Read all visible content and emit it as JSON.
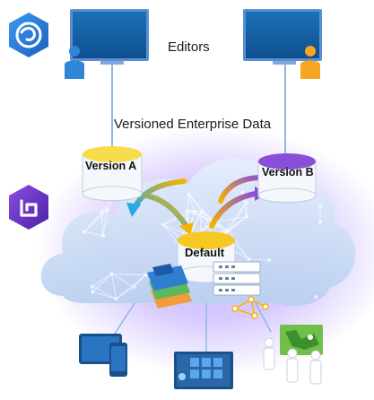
{
  "labels": {
    "editors": "Editors",
    "versioned_data": "Versioned Enterprise Data",
    "version_a": "Version A",
    "version_b": "Version B",
    "default": "Default"
  },
  "colors": {
    "monitor": "#1565a8",
    "monitor_frame": "#5a8fd1",
    "connector": "#8fb7e3",
    "editor_left": "#2f86d6",
    "editor_right": "#f5a623",
    "version_a_cap": "#f7dc4c",
    "version_b_cap": "#8a4fd8",
    "default_cap": "#f7c823",
    "cloud": "#c6d9f3",
    "glow": "#8a6cff",
    "arrow_left": "#2aa9e0",
    "arrow_right": "#8a4fd8",
    "portal_badge": "#2b7bd6",
    "enterprise_badge": "#6b34c9"
  },
  "icons": [
    "arcgis-portal-logo-icon",
    "arcgis-enterprise-logo-icon",
    "monitor-icon",
    "user-icon",
    "database-icon",
    "server-rack-icon",
    "map-layers-icon",
    "network-graph-icon",
    "tablet-phone-icon",
    "dashboard-icon",
    "field-users-map-icon"
  ]
}
